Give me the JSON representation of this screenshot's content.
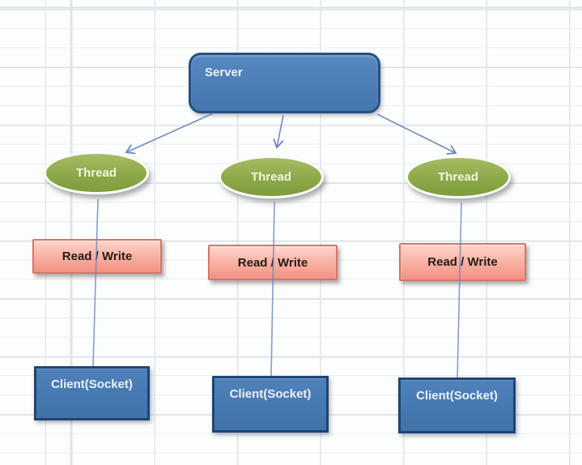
{
  "diagram": {
    "server": {
      "label": "Server"
    },
    "threads": [
      {
        "label": "Thread"
      },
      {
        "label": "Thread"
      },
      {
        "label": "Thread"
      }
    ],
    "read_write": [
      {
        "label": "Read / Write"
      },
      {
        "label": "Read / Write"
      },
      {
        "label": "Read / Write"
      }
    ],
    "clients": [
      {
        "label": "Client(Socket)"
      },
      {
        "label": "Client(Socket)"
      },
      {
        "label": "Client(Socket)"
      }
    ],
    "colors": {
      "server_fill": "#4f81bd",
      "server_border": "#25517f",
      "thread_fill": "#8da848",
      "thread_ring": "#fdfdfa",
      "read_write_fill": "#f9b5a7",
      "read_write_border": "#d3756a",
      "read_write_text": "#241b14",
      "client_fill": "#4679b2",
      "client_border": "#1c4675",
      "connector": "#6b84bf",
      "grid_line": "#e3e7ea",
      "background": "#fcfdfd"
    }
  }
}
